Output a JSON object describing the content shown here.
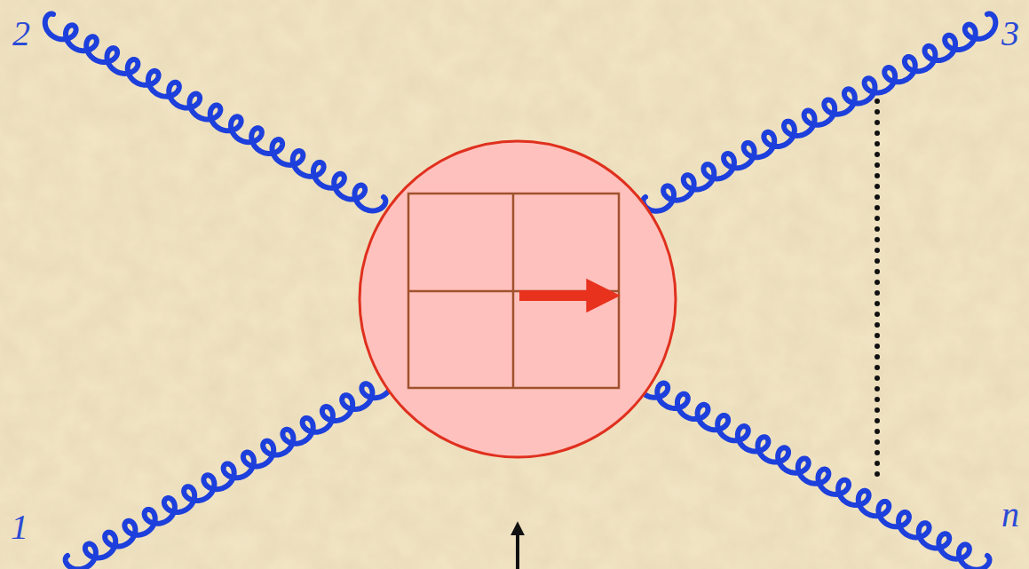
{
  "diagram": {
    "labels": [
      "2",
      "3",
      "1",
      "n"
    ]
  }
}
